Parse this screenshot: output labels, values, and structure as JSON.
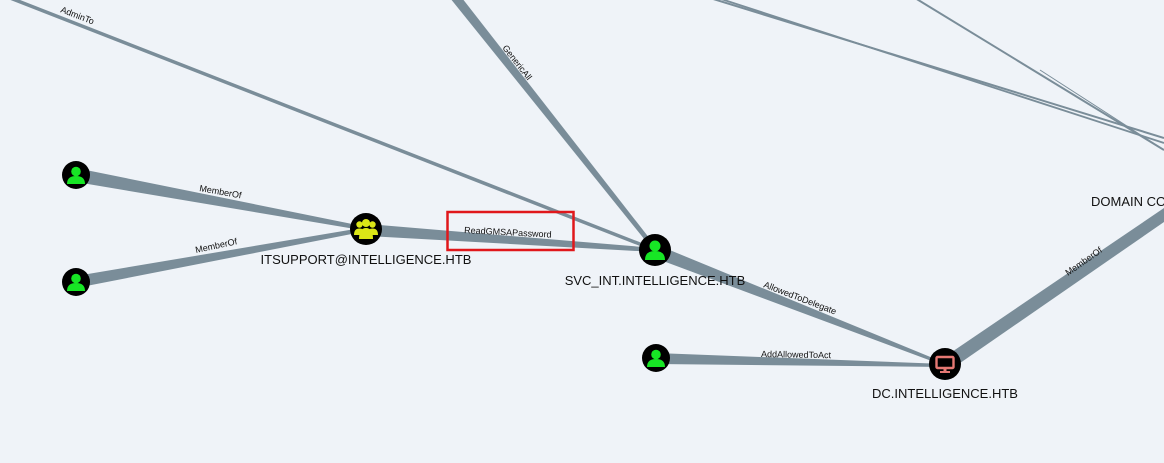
{
  "nodes": {
    "user_a": {
      "type": "user",
      "label": ""
    },
    "user_b": {
      "type": "user",
      "label": ""
    },
    "itsupport": {
      "type": "group",
      "label": "ITSUPPORT@INTELLIGENCE.HTB"
    },
    "svc_int": {
      "type": "user",
      "label": "SVC_INT.INTELLIGENCE.HTB"
    },
    "user_c": {
      "type": "user",
      "label": ""
    },
    "dc": {
      "type": "computer",
      "label": "DC.INTELLIGENCE.HTB"
    },
    "domain_controllers": {
      "type": "group",
      "label": "DOMAIN CO"
    }
  },
  "edges": {
    "admin_to": "AdminTo",
    "generic_all": "GenericAll",
    "member_of_a": "MemberOf",
    "member_of_b": "MemberOf",
    "read_gmsa_password": "ReadGMSAPassword",
    "allowed_to_delegate": "AllowedToDelegate",
    "add_allowed_to_act": "AddAllowedToAct",
    "member_of_dc": "MemberOf"
  },
  "colors": {
    "background": "#eff3f8",
    "edge": "#7a8d99",
    "user_fill": "#17e625",
    "group_fill": "#dbe617",
    "computer_fill": "#e67873",
    "node_ring": "#000000",
    "highlight": "#e0171b"
  },
  "icons": {
    "user": "user-icon",
    "group": "group-icon",
    "computer": "computer-icon"
  }
}
